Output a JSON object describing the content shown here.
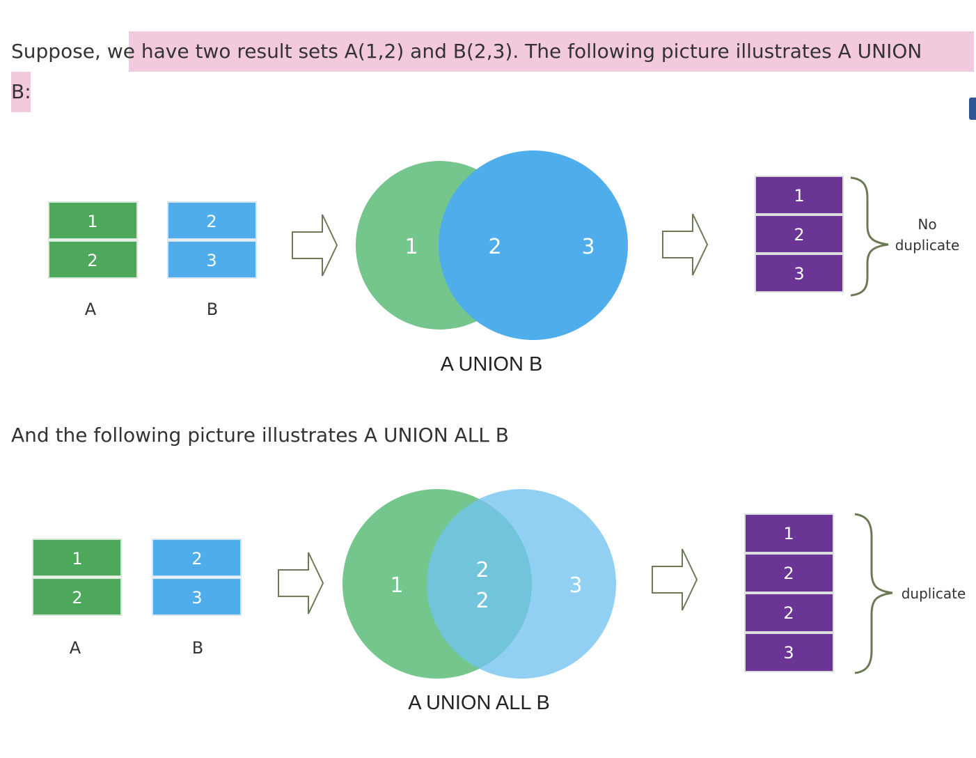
{
  "paragraph1": {
    "line1": "Suppose, we have two result sets A(1,2) and B(2,3). The following picture illustrates A UNION",
    "line2": "B:"
  },
  "paragraph2": "And the following picture illustrates A UNION ALL B",
  "colors": {
    "highlight": "#f3c9de",
    "set_a": "#4ea85c",
    "set_b": "#4eadea",
    "result": "#6a3595",
    "venn_a": "#74c68c",
    "venn_b": "#4eadea",
    "venn_b_light": "#72c3f0",
    "venn_overlap": "#57b0cc"
  },
  "union": {
    "set_a": {
      "label": "A",
      "cells": [
        "1",
        "2"
      ]
    },
    "set_b": {
      "label": "B",
      "cells": [
        "2",
        "3"
      ]
    },
    "venn": {
      "left": "1",
      "middle": "2",
      "right": "3"
    },
    "caption": "A UNION B",
    "result": [
      "1",
      "2",
      "3"
    ],
    "note_line1": "No",
    "note_line2": "duplicate"
  },
  "union_all": {
    "set_a": {
      "label": "A",
      "cells": [
        "1",
        "2"
      ]
    },
    "set_b": {
      "label": "B",
      "cells": [
        "2",
        "3"
      ]
    },
    "venn": {
      "left": "1",
      "middle_top": "2",
      "middle_bottom": "2",
      "right": "3"
    },
    "caption": "A UNION ALL B",
    "result": [
      "1",
      "2",
      "2",
      "3"
    ],
    "note": "duplicate"
  }
}
